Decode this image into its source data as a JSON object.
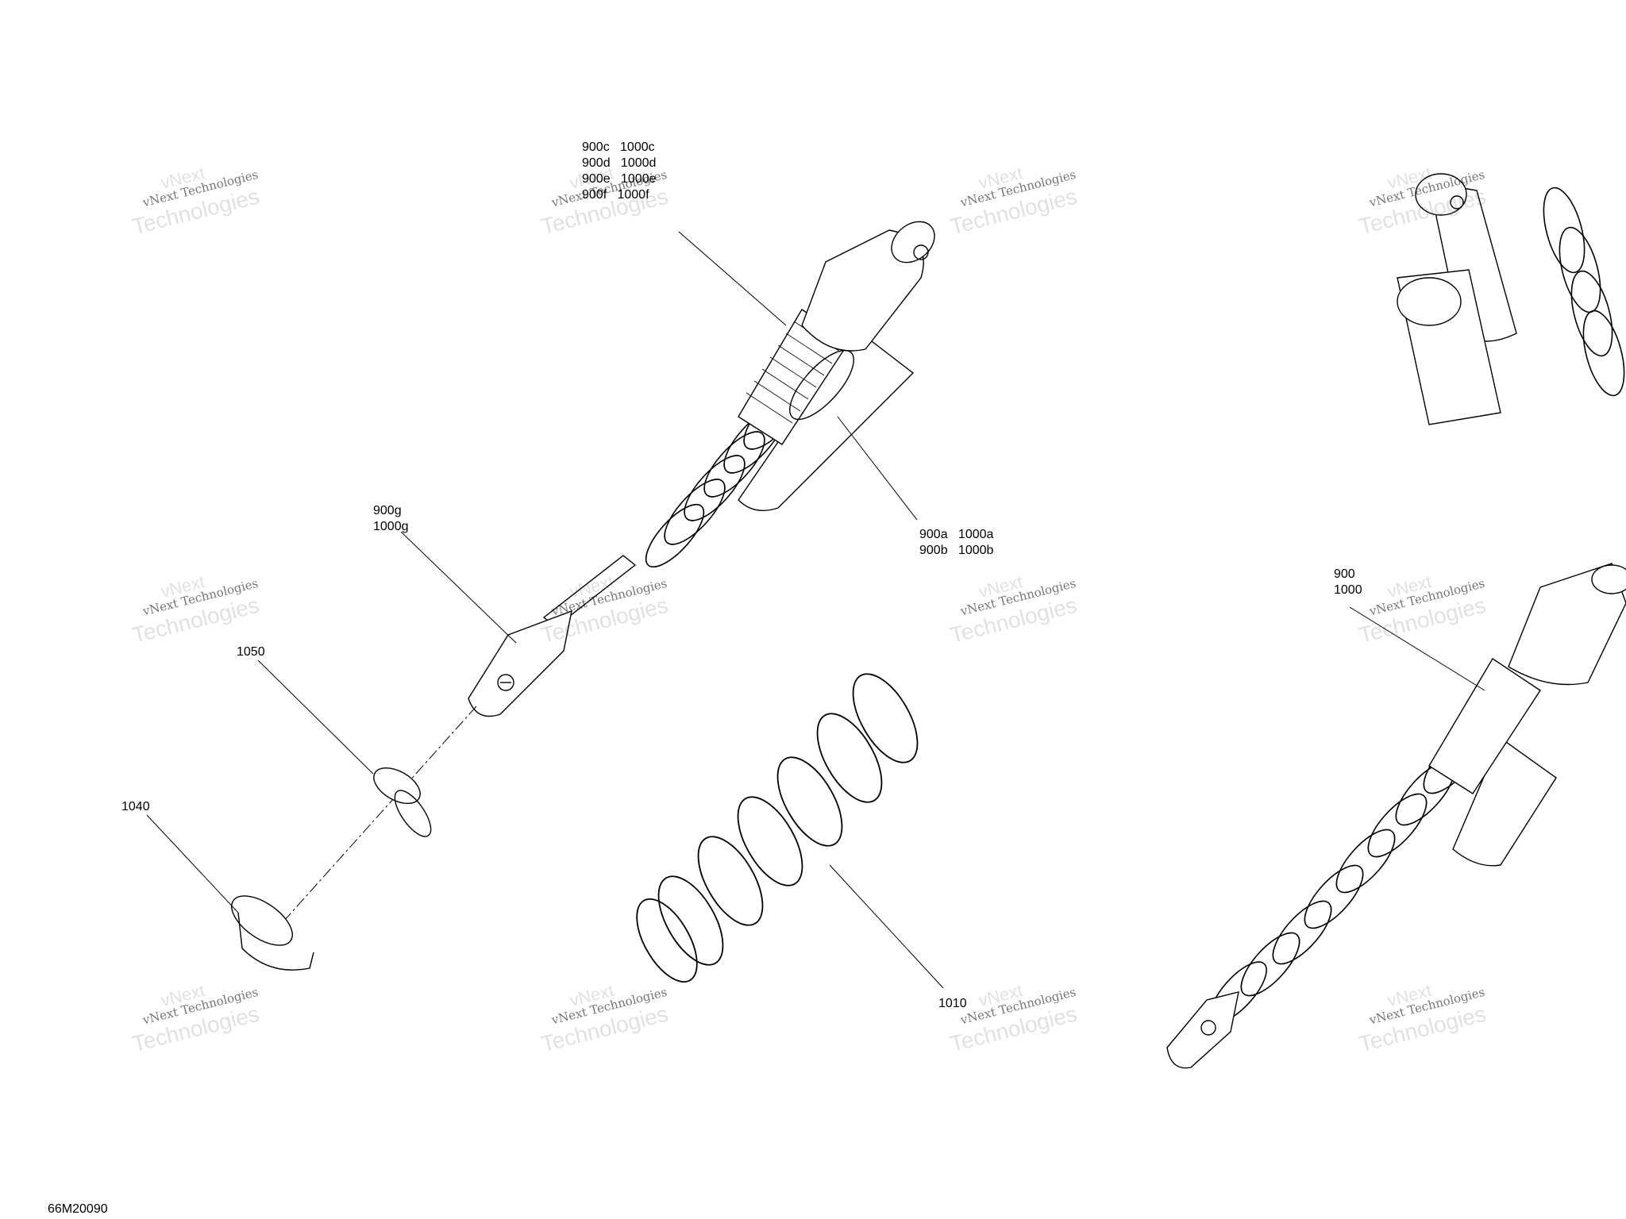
{
  "watermark": {
    "line1": "vNext",
    "line2": "vNext Technologies",
    "line3": "Technologies"
  },
  "labels": {
    "top_cluster": "900c   1000c\n900d   1000d\n900e   1000e\n900f   1000f",
    "ab_cluster": "900a   1000a\n900b   1000b",
    "g_cluster": "900g\n1000g",
    "l1050": "1050",
    "l1040": "1040",
    "l1010": "1010",
    "l900_1000": "900\n1000"
  },
  "figure_code": "66M20090"
}
